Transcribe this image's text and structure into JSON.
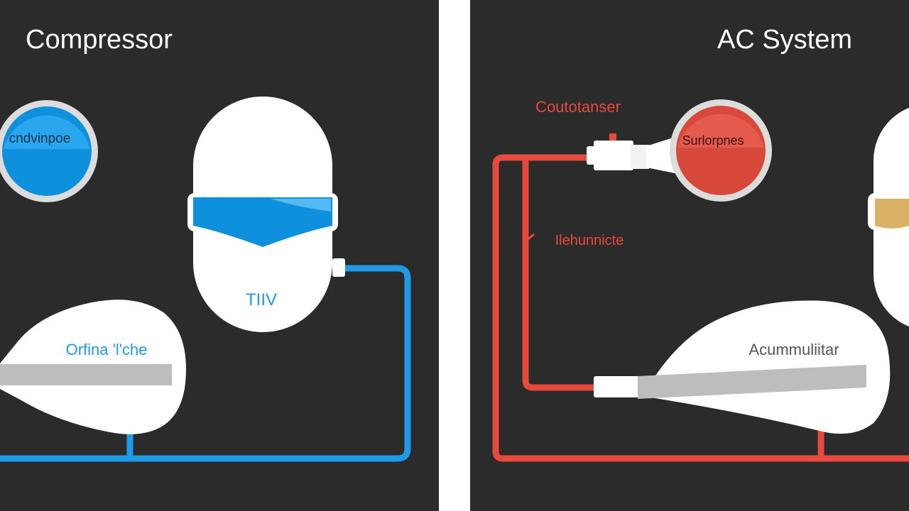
{
  "colors": {
    "panel_bg": "#2b2b2b",
    "page_bg": "#ffffff",
    "blue": "#1f9ae6",
    "blue_fill": "#0f90dc",
    "red": "#e8493d",
    "red_fill": "#d8483b",
    "tan": "#d9b268",
    "component_white": "#ffffff",
    "rail_gray": "#bdbdbd"
  },
  "left_panel": {
    "title": "Compressor",
    "circle_label": "cndvinpoe",
    "unit_label": "TIIV",
    "body_label": "Orfina 'l'che"
  },
  "right_panel": {
    "title": "AC System",
    "condenser_label": "Coutotanser",
    "circle_label": "Surlorpnes",
    "side_label": "Ilehunnicte",
    "body_label": "Acummuliitar"
  }
}
